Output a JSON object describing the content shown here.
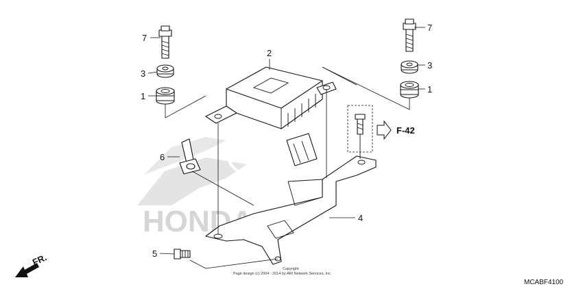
{
  "callouts": {
    "p7_left": "7",
    "p3_left": "3",
    "p1_left": "1",
    "p2": "2",
    "p6": "6",
    "p7_right": "7",
    "p3_right": "3",
    "p1_right": "1",
    "p4": "4",
    "p5": "5"
  },
  "reference": {
    "label": "F-42"
  },
  "front_label": "FR.",
  "diagram_code": "MCABF4100",
  "copyright": {
    "line1": "Copyright",
    "line2": "Page design (c) 2004 - 2014 by ARI Network Services, Inc."
  },
  "watermark": "HONDA",
  "icons": {
    "front_arrow": "front-direction-arrow-icon",
    "ref_arrow": "reference-arrow-icon"
  }
}
